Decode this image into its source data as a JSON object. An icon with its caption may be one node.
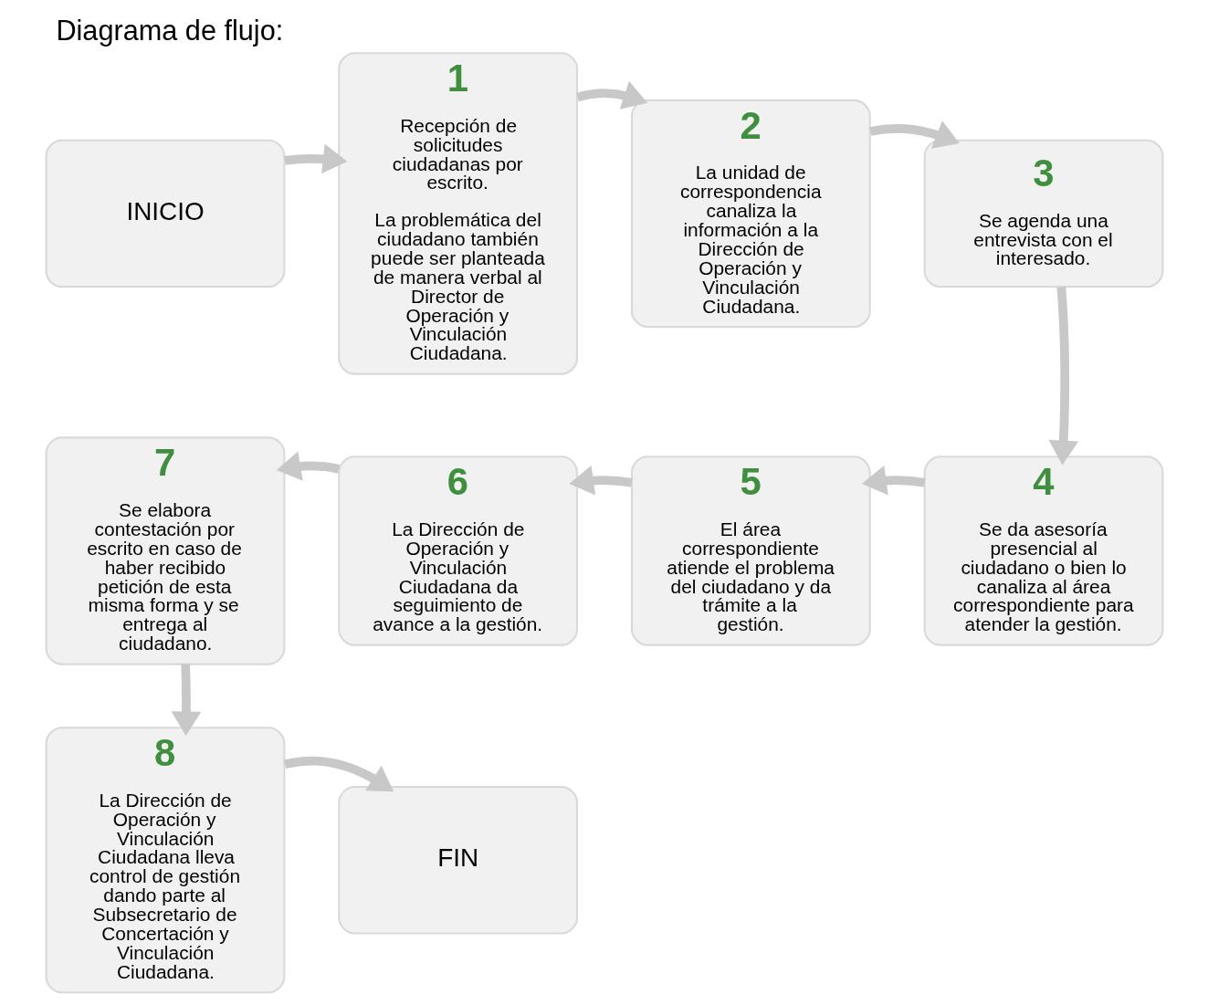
{
  "diagram": {
    "title": "Diagrama de flujo:",
    "nodes": [
      {
        "text": [
          "INICIO"
        ]
      },
      {
        "text": [
          "1",
          "Recepción de solicitudes ciudadanas por escrito.",
          "La problemática del ciudadano también puede ser planteada de manera verbal al Director de Operación y Vinculación Ciudadana."
        ]
      },
      {
        "text": [
          "2",
          "La unidad de correspondencia canaliza la información a la Dirección de Operación y Vinculación Ciudadana."
        ]
      },
      {
        "text": [
          "3",
          "Se agenda una entrevista con el interesado."
        ]
      },
      {
        "text": [
          "4",
          "Se da asesoría presencial al ciudadano o bien lo canaliza al área correspondiente para atender la gestión."
        ]
      },
      {
        "text": [
          "5",
          "El área correspondiente atiende el problema del ciudadano y da trámite a la gestión."
        ]
      },
      {
        "text": [
          "6",
          "La Dirección de Operación y Vinculación Ciudadana da seguimiento de avance a la gestión."
        ]
      },
      {
        "text": [
          "7",
          "Se elabora contestación por escrito en caso de haber recibido petición de esta misma forma y se entrega al ciudadano."
        ]
      },
      {
        "text": [
          "8",
          "La Dirección de Operación y Vinculación Ciudadana lleva control de gestión dando parte al Subsecretario de Concertación y Vinculación Ciudadana."
        ]
      },
      {
        "text": [
          "FIN"
        ]
      }
    ],
    "edges": [
      {
        "from": 0,
        "to": 1,
        "arrow": "to"
      },
      {
        "from": 1,
        "to": 2,
        "arrow": "to"
      },
      {
        "from": 2,
        "to": 3,
        "arrow": "to"
      },
      {
        "from": 3,
        "to": 4,
        "arrow": "to"
      },
      {
        "from": 4,
        "to": 5,
        "arrow": "to"
      },
      {
        "from": 5,
        "to": 6,
        "arrow": "to"
      },
      {
        "from": 6,
        "to": 7,
        "arrow": "to"
      },
      {
        "from": 7,
        "to": 8,
        "arrow": "to"
      },
      {
        "from": 8,
        "to": 9,
        "arrow": "to"
      }
    ]
  }
}
